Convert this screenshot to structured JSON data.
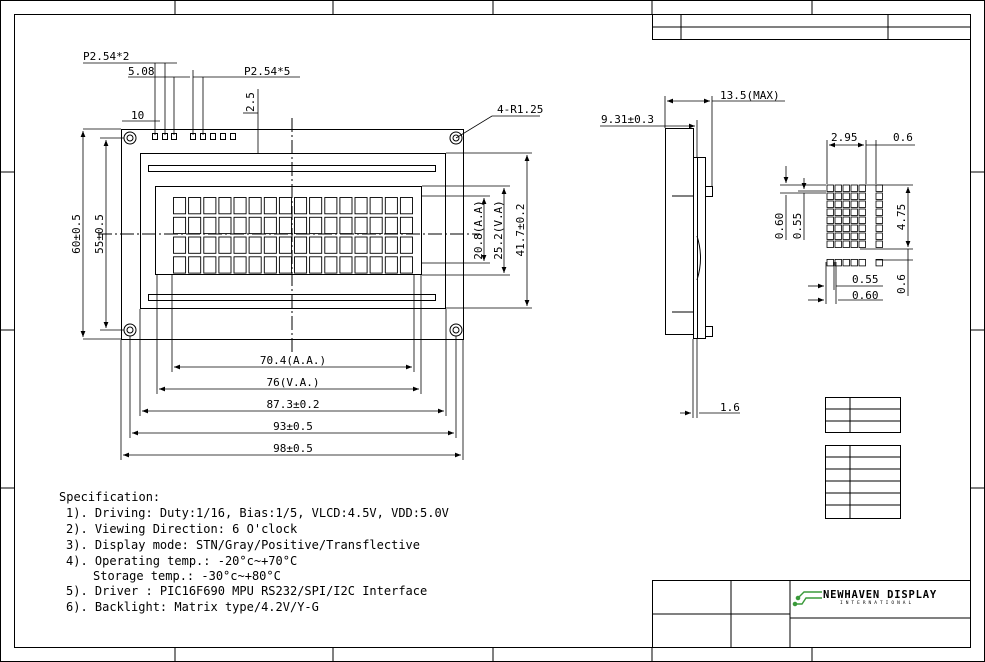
{
  "title_block": {
    "company": "NEWHAVEN DISPLAY",
    "subtitle": "INTERNATIONAL"
  },
  "front_view": {
    "pin_pitch_2": "P2.54*2",
    "pin_offset": "5.08",
    "pin_pitch_5": "P2.54*5",
    "pin_dia": "2.5",
    "edge_offset": "10",
    "hole_radius": "4-R1.25",
    "char_rows": 4,
    "char_cols": 16,
    "width_aa": "70.4(A.A.)",
    "width_va": "76(V.A.)",
    "width_bezel": "87.3±0.2",
    "width_holes": "93±0.5",
    "width_pcb": "98±0.5",
    "height_aa": "20.8(A.A)",
    "height_va": "25.2(V.A)",
    "height_bezel": "41.7±0.2",
    "height_pcb": "60±0.5",
    "height_holes": "55±0.5"
  },
  "side_view": {
    "max_thickness": "13.5(MAX)",
    "module_thickness": "9.31±0.3",
    "pcb_thickness": "1.6"
  },
  "char_detail": {
    "char_width": "2.95",
    "dot_pitch_x": "0.6",
    "char_height": "4.75",
    "dot_pitch_y": "0.60",
    "dot_h": "0.55",
    "dot_w": "0.55",
    "dot_pitch_x2": "0.60",
    "cursor_pitch": "0.6"
  },
  "spec": {
    "heading": "Specification:",
    "lines": [
      "1). Driving: Duty:1/16, Bias:1/5, VLCD:4.5V, VDD:5.0V",
      "2). Viewing Direction: 6 O'clock",
      "3). Display mode: STN/Gray/Positive/Transflective",
      "4). Operating temp.: -20°c~+70°C",
      "Storage temp.: -30°c~+80°C",
      "5). Driver : PIC16F690 MPU RS232/SPI/I2C Interface",
      "6). Backlight: Matrix type/4.2V/Y-G"
    ]
  }
}
